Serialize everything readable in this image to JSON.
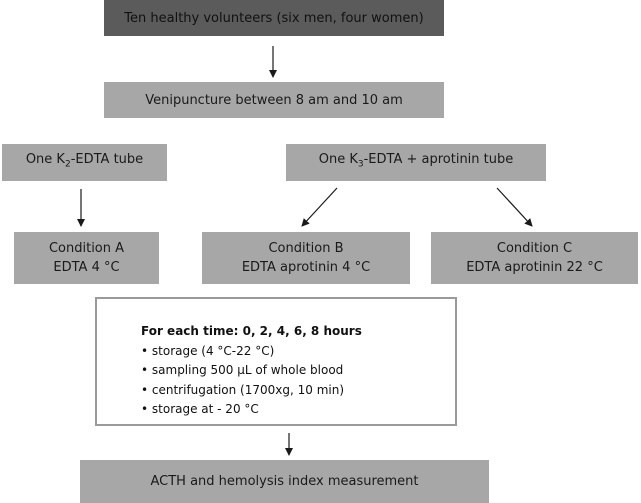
{
  "boxes": {
    "volunteers": "Ten healthy volunteers (six men, four women)",
    "venipuncture": "Venipuncture between 8 am and 10 am",
    "tube_k2": {
      "prefix": "One K",
      "sub": "2",
      "suffix": "-EDTA tube"
    },
    "tube_k3": {
      "prefix": "One K",
      "sub": "3",
      "suffix": "-EDTA + aprotinin tube"
    },
    "condition_a": {
      "title": "Condition A",
      "detail": "EDTA 4 °C"
    },
    "condition_b": {
      "title": "Condition B",
      "detail": "EDTA aprotinin 4 °C"
    },
    "condition_c": {
      "title": "Condition C",
      "detail": "EDTA aprotinin 22 °C"
    },
    "procedure": {
      "header": "For each time: 0, 2, 4, 6, 8 hours",
      "steps": [
        "• storage (4 °C-22 °C)",
        "• sampling 500 µL of whole blood",
        "• centrifugation (1700xg, 10 min)",
        "• storage at - 20 °C"
      ]
    },
    "measurement": "ACTH and hemolysis index measurement"
  },
  "colors": {
    "dark_box": "#5b5b5b",
    "light_box": "#a7a7a7",
    "outline": "#9a9a9a",
    "arrow": "#1a1a1a"
  }
}
